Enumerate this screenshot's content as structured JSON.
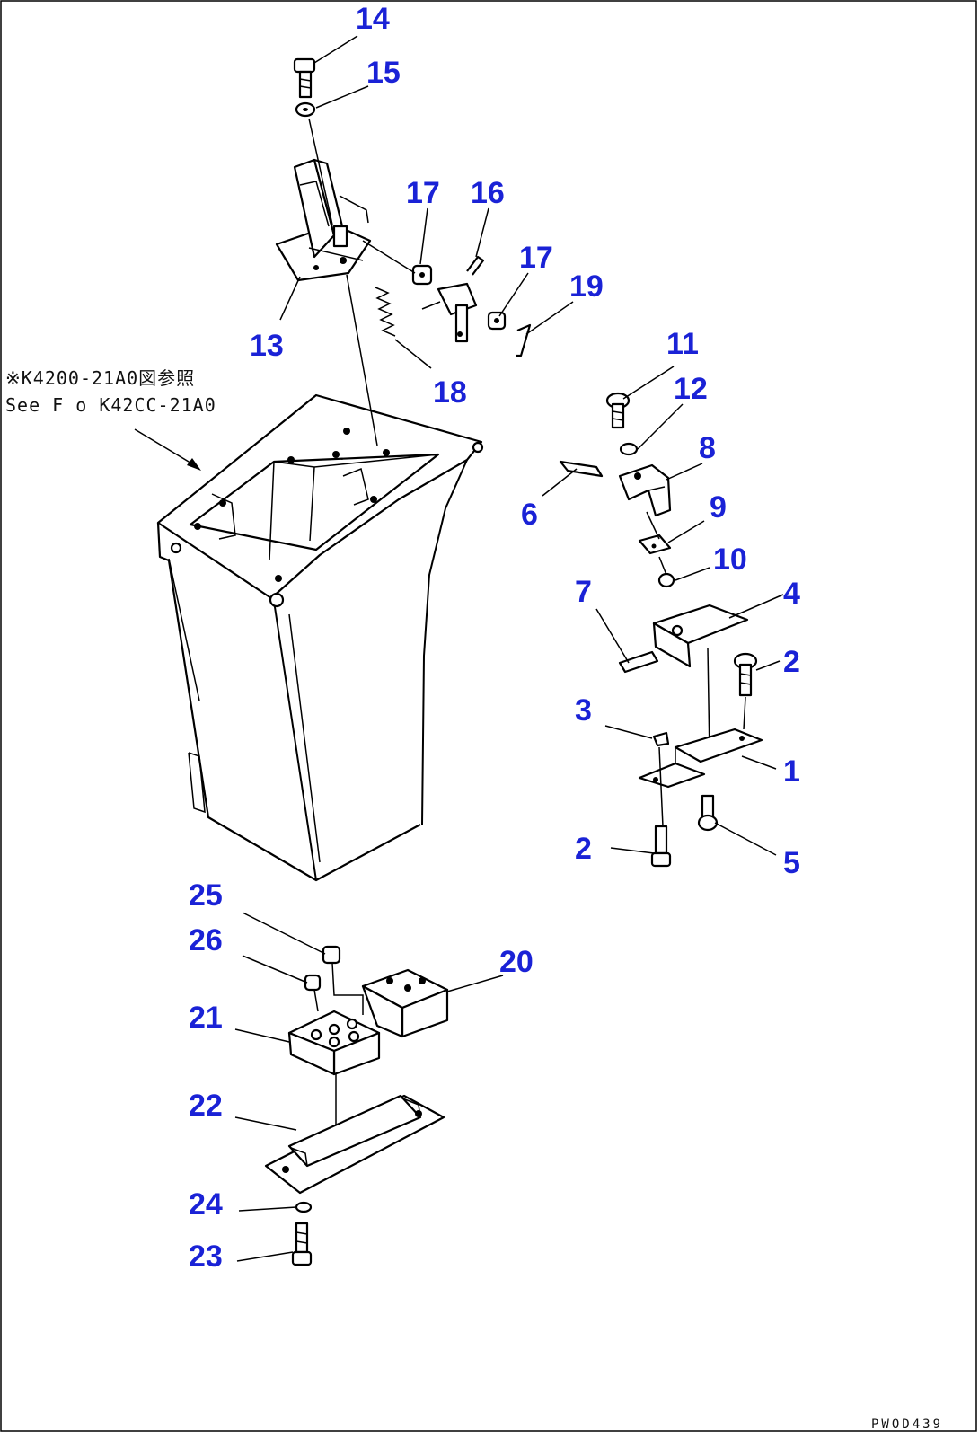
{
  "diagram": {
    "reference_note": {
      "line1": "※K4200-21A0図参照",
      "line2": "See F o K42CC-21A0"
    },
    "figure_code": "PWOD439",
    "callouts": {
      "c14": "14",
      "c15": "15",
      "c17a": "17",
      "c16": "16",
      "c17b": "17",
      "c19": "19",
      "c13": "13",
      "c18": "18",
      "c11": "11",
      "c12": "12",
      "c8": "8",
      "c6": "6",
      "c9": "9",
      "c10": "10",
      "c7": "7",
      "c4": "4",
      "c2a": "2",
      "c3": "3",
      "c1": "1",
      "c2b": "2",
      "c5": "5",
      "c25": "25",
      "c26": "26",
      "c20": "20",
      "c21": "21",
      "c22": "22",
      "c24": "24",
      "c23": "23"
    },
    "colors": {
      "callout": "#1a22d6",
      "line": "#000000",
      "background": "#ffffff"
    }
  }
}
